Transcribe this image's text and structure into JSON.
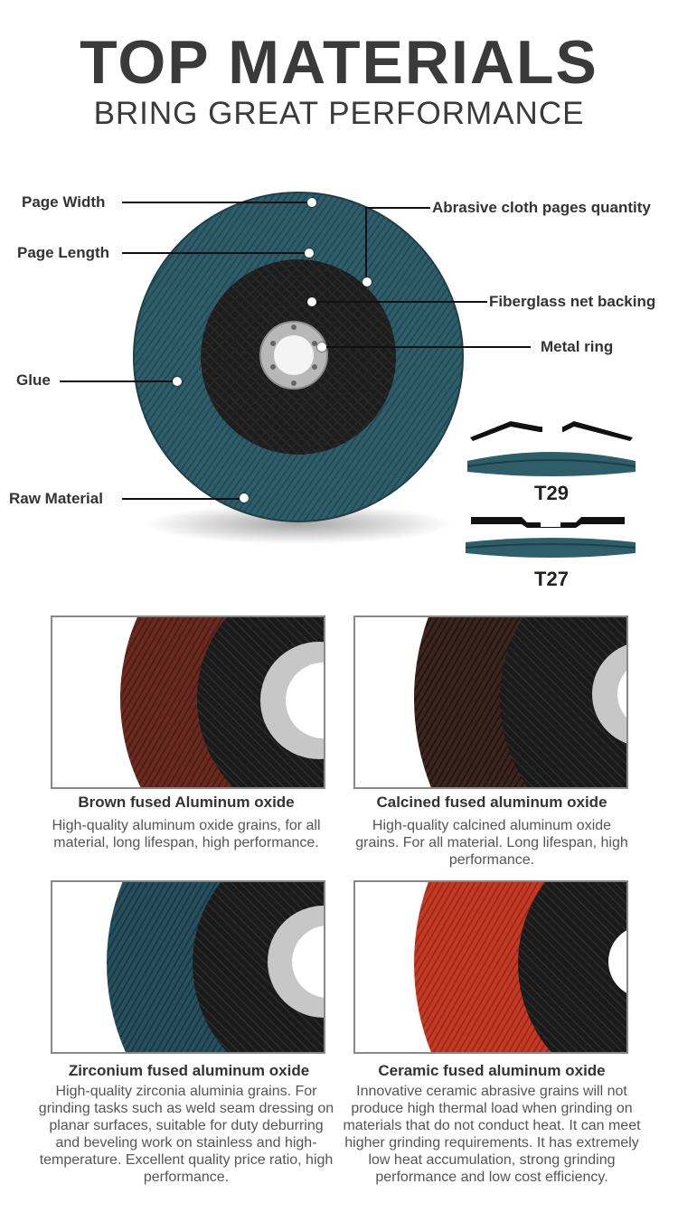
{
  "header": {
    "title": "TOP MATERIALS",
    "subtitle": "BRING GREAT PERFORMANCE"
  },
  "diagram": {
    "callouts": {
      "page_width": "Page Width",
      "page_length": "Page Length",
      "glue": "Glue",
      "raw_material": "Raw Material",
      "abrasive_quantity": "Abrasive cloth pages quantity",
      "fiberglass": "Fiberglass net backing",
      "metal_ring": "Metal ring"
    },
    "types": {
      "t29": "T29",
      "t27": "T27"
    }
  },
  "materials": [
    {
      "title": "Brown fused Aluminum oxide",
      "description": "High-quality aluminum oxide grains, for all material, long lifespan, high performance.",
      "color": "#6b2a1f"
    },
    {
      "title": "Calcined fused aluminum oxide",
      "description": "High-quality calcined aluminum oxide grains. For all material. Long lifespan, high performance.",
      "color": "#3a2520"
    },
    {
      "title": "Zirconium fused aluminum oxide",
      "description": "High-quality zirconia aluminia grains. For grinding tasks such as weld seam dressing on planar surfaces, suitable for duty deburring and beveling work on stainless and high-temperature. Excellent quality price ratio, high performance.",
      "color": "#27505e"
    },
    {
      "title": "Ceramic fused aluminum oxide",
      "description": "Innovative ceramic abrasive grains will not produce high thermal load when grinding on materials that do not conduct heat. It can meet higher grinding requirements. It has extremely low heat accumulation, strong grinding performance and low cost efficiency.",
      "color": "#c53a24"
    }
  ],
  "colors": {
    "disc_teal": "#2f5e6b",
    "backing_dark": "#1c1c1c",
    "ring_silver": "#b8b8b8"
  }
}
